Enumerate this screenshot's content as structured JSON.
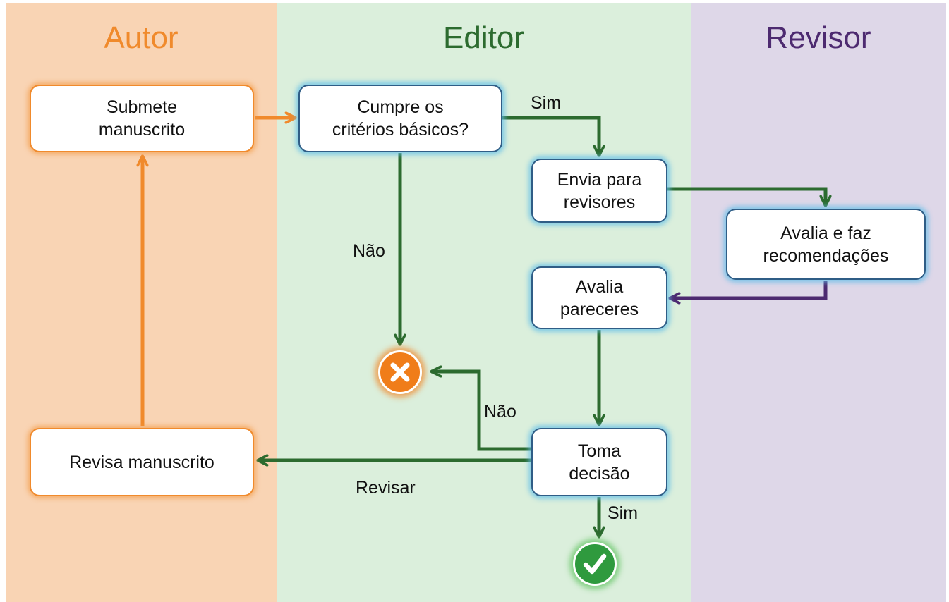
{
  "colors": {
    "author": "#f08a2c",
    "editor": "#2c6b2f",
    "reviewer": "#4d2a70",
    "author_bg": "#f9d4b4",
    "editor_bg": "#dbefdc",
    "reviewer_bg": "#ded7e8"
  },
  "lanes": {
    "author": "Autor",
    "editor": "Editor",
    "reviewer": "Revisor"
  },
  "nodes": {
    "submit": "Submete\nmanuscrito",
    "criteria": "Cumpre os\ncritérios básicos?",
    "send": "Envia para\nrevisores",
    "evaluate": "Avalia e faz\nrecomendações",
    "assess": "Avalia\npareceres",
    "decide": "Toma\ndecisão",
    "revise": "Revisa manuscrito"
  },
  "edge_labels": {
    "criteria_yes": "Sim",
    "criteria_no": "Não",
    "decide_no": "Não",
    "decide_revise": "Revisar",
    "decide_yes": "Sim"
  },
  "terminals": {
    "reject_icon": "x-circle-icon",
    "accept_icon": "check-circle-icon"
  }
}
